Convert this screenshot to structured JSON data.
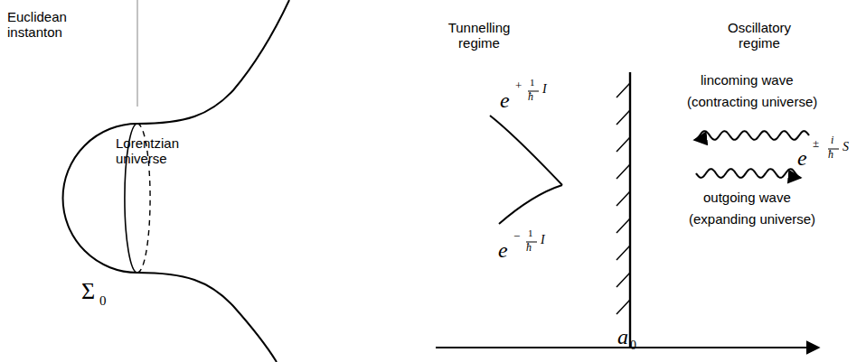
{
  "diagram": {
    "labels": [
      "Euclidean instanton",
      "Lorentzian universe",
      "Σ",
      "0",
      "Tunnelling regime",
      "Oscillatory regime",
      "e",
      "+",
      "1",
      "ħ",
      "I",
      "e",
      "−",
      "1",
      "ħ",
      "I",
      "lincoming wave",
      "(contracting universe)",
      "outgoing wave",
      "(expanding universe)",
      "e",
      "±",
      "i",
      "ħ",
      "S",
      "a",
      "0"
    ]
  }
}
